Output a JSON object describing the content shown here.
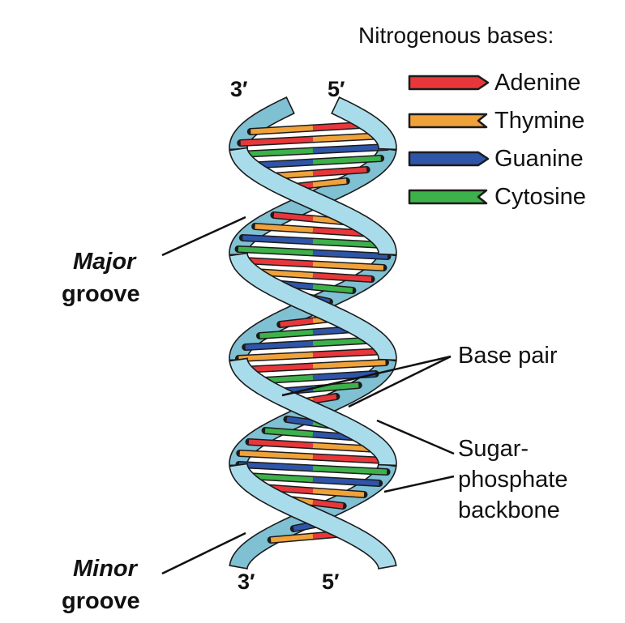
{
  "legend": {
    "title": "Nitrogenous bases:",
    "items": [
      {
        "label": "Adenine",
        "color": "#e8373a",
        "shape": "point-tip"
      },
      {
        "label": "Thymine",
        "color": "#f0a23a",
        "shape": "notch-tip"
      },
      {
        "label": "Guanine",
        "color": "#2e55a8",
        "shape": "point-tip"
      },
      {
        "label": "Cytosine",
        "color": "#3db14a",
        "shape": "notch-tip"
      }
    ]
  },
  "strand_ends": {
    "top_left": "3′",
    "top_right": "5′",
    "bottom_left": "3′",
    "bottom_right": "5′"
  },
  "callouts": {
    "major_groove_line1": "Major",
    "major_groove_line2": "groove",
    "minor_groove_line1": "Minor",
    "minor_groove_line2": "groove",
    "base_pair": "Base pair",
    "backbone_line1": "Sugar-",
    "backbone_line2": "phosphate",
    "backbone_line3": "backbone"
  },
  "colors": {
    "backbone_fill": "#a9dcea",
    "backbone_dark": "#7fc0d2",
    "outline": "#1b1b1b",
    "adenine": "#e8373a",
    "thymine": "#f0a23a",
    "guanine": "#2e55a8",
    "cytosine": "#3db14a"
  }
}
